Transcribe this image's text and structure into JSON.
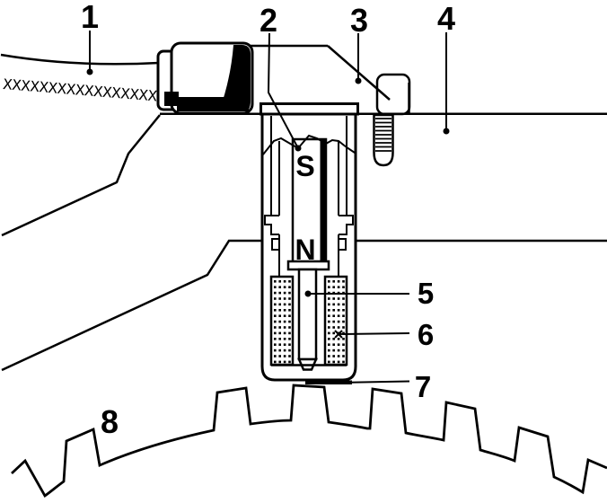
{
  "canvas": {
    "background": "#ffffff",
    "line_color": "#000000"
  },
  "labels": {
    "callout_1": "1",
    "callout_2": "2",
    "callout_3": "3",
    "callout_4": "4",
    "callout_5": "5",
    "callout_6": "6",
    "callout_7": "7",
    "callout_8": "8"
  },
  "magnet": {
    "pole_top": "S",
    "pole_bottom": "N"
  },
  "cable": {
    "braid_pattern": "XXXXXXXXXXXXXXXXX"
  }
}
